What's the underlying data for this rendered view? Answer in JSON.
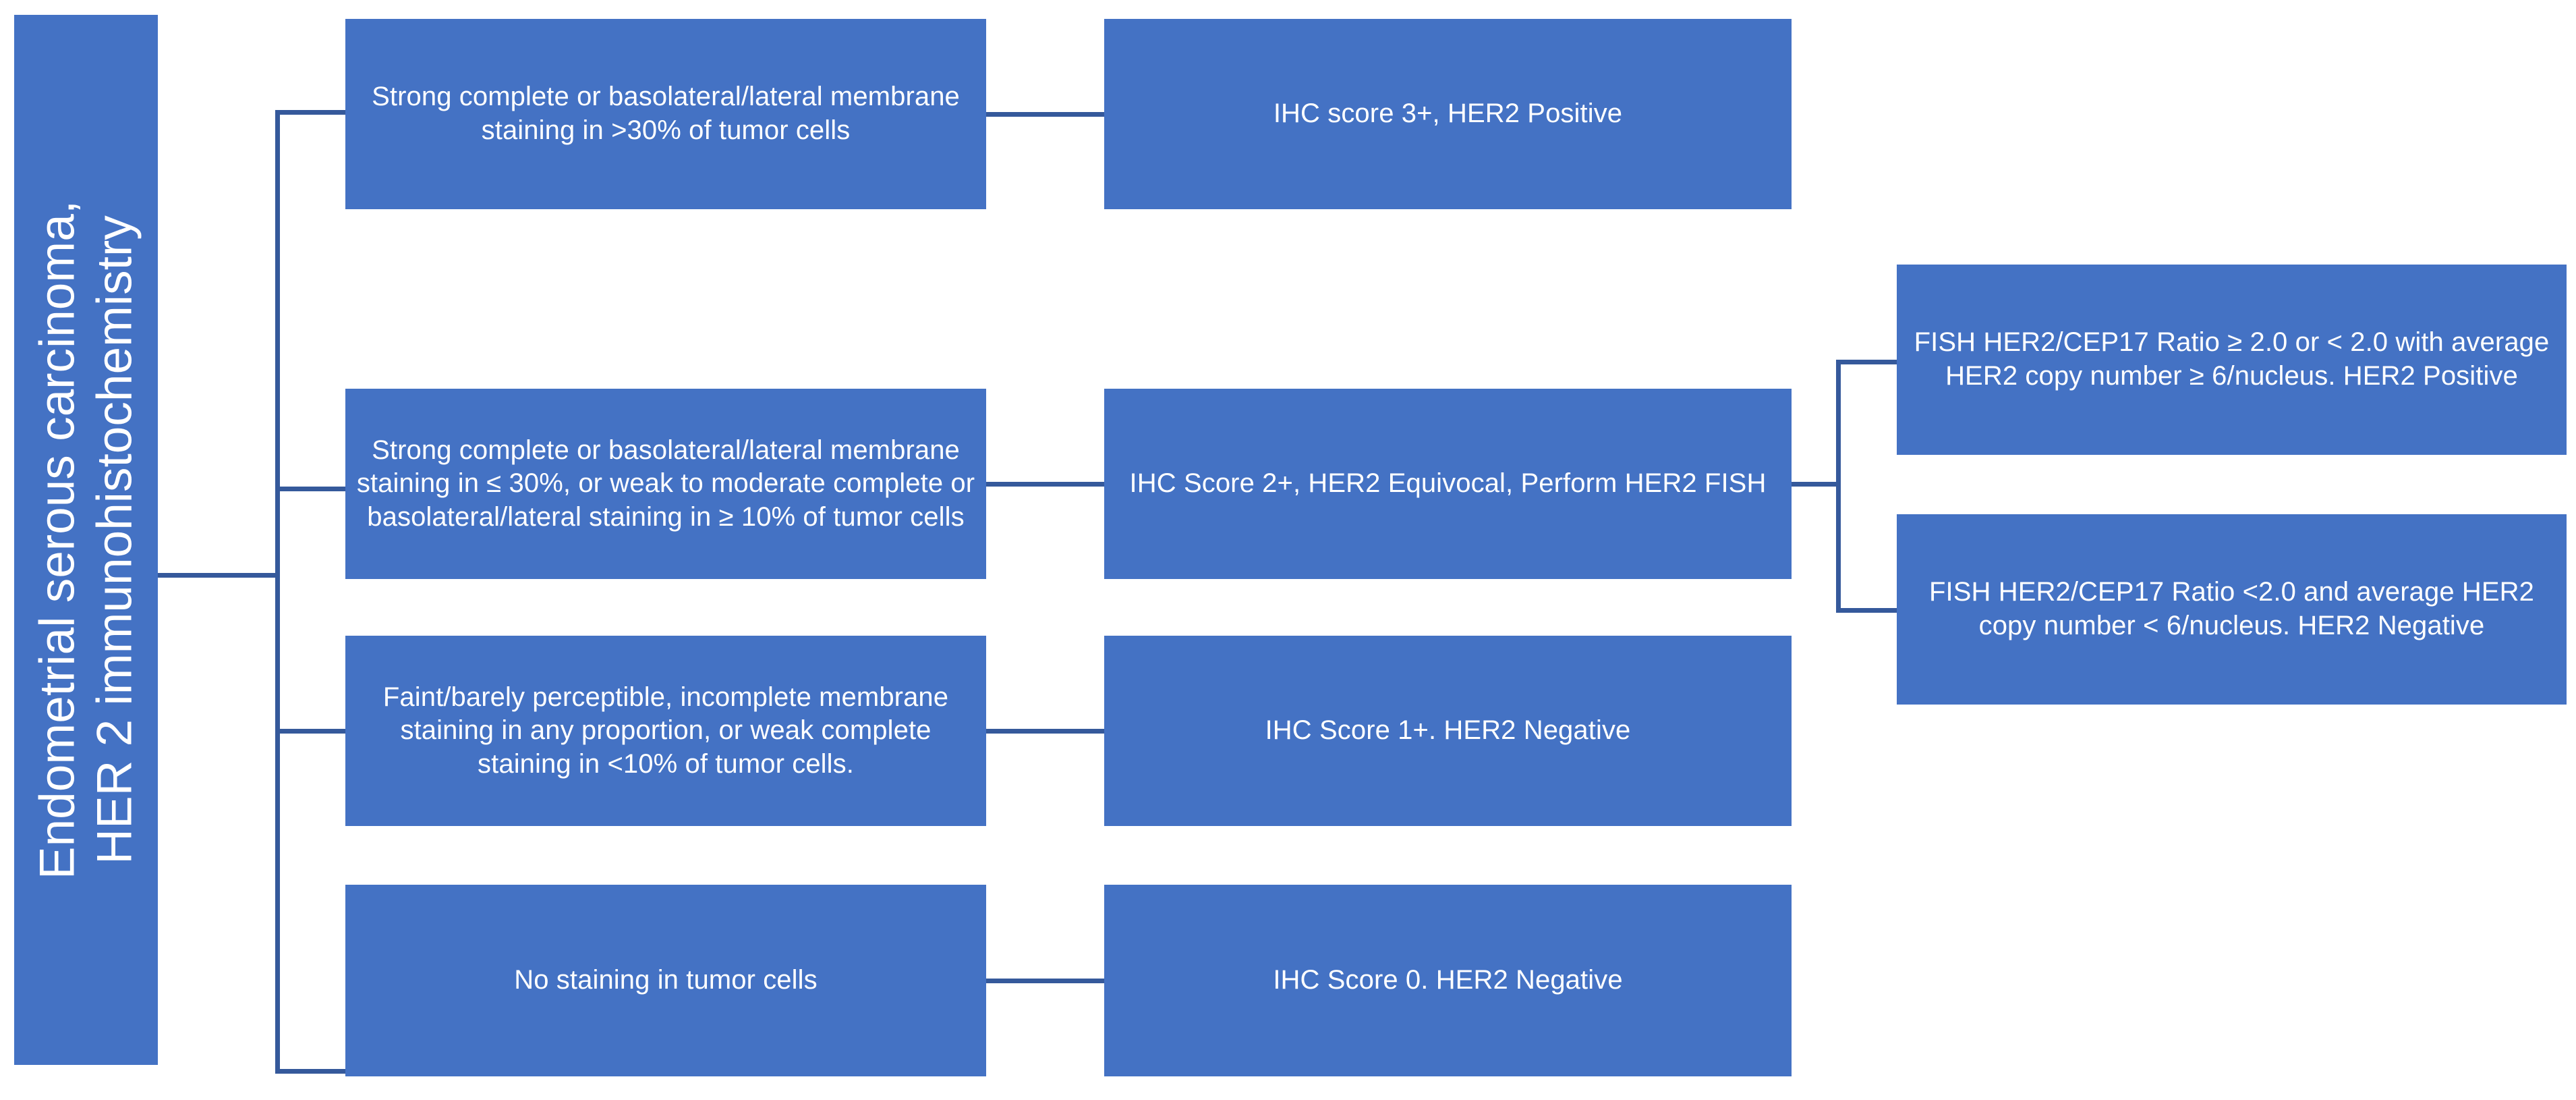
{
  "diagram": {
    "title": "Endometrial serous carcinoma,\nHER 2 immunohistochemistry",
    "colors": {
      "node_fill": "#4472C4",
      "node_text": "#FFFFFF",
      "connector": "#35599B",
      "background": "#FFFFFF"
    },
    "root": {
      "label": "Endometrial serous carcinoma,\nHER 2 immunohistochemistry"
    },
    "criteria": [
      {
        "id": "criteria-3plus",
        "label": "Strong complete or basolateral/lateral membrane staining in >30% of tumor cells"
      },
      {
        "id": "criteria-2plus",
        "label": "Strong complete or basolateral/lateral membrane staining in ≤ 30%, or weak to moderate complete or basolateral/lateral staining in ≥ 10% of tumor cells"
      },
      {
        "id": "criteria-1plus",
        "label": "Faint/barely perceptible, incomplete membrane staining in any proportion, or weak complete staining in <10% of tumor cells."
      },
      {
        "id": "criteria-0",
        "label": "No staining in tumor cells"
      }
    ],
    "results": [
      {
        "id": "result-3plus",
        "label": "IHC score 3+, HER2 Positive"
      },
      {
        "id": "result-2plus",
        "label": "IHC Score 2+, HER2 Equivocal, Perform HER2 FISH"
      },
      {
        "id": "result-1plus",
        "label": "IHC Score 1+. HER2 Negative"
      },
      {
        "id": "result-0",
        "label": "IHC Score 0. HER2 Negative"
      }
    ],
    "fish_outcomes": [
      {
        "id": "fish-positive",
        "label": "FISH HER2/CEP17 Ratio ≥ 2.0 or < 2.0 with average HER2 copy number ≥ 6/nucleus. HER2 Positive"
      },
      {
        "id": "fish-negative",
        "label": "FISH HER2/CEP17 Ratio <2.0 and average HER2 copy number < 6/nucleus. HER2 Negative"
      }
    ]
  }
}
